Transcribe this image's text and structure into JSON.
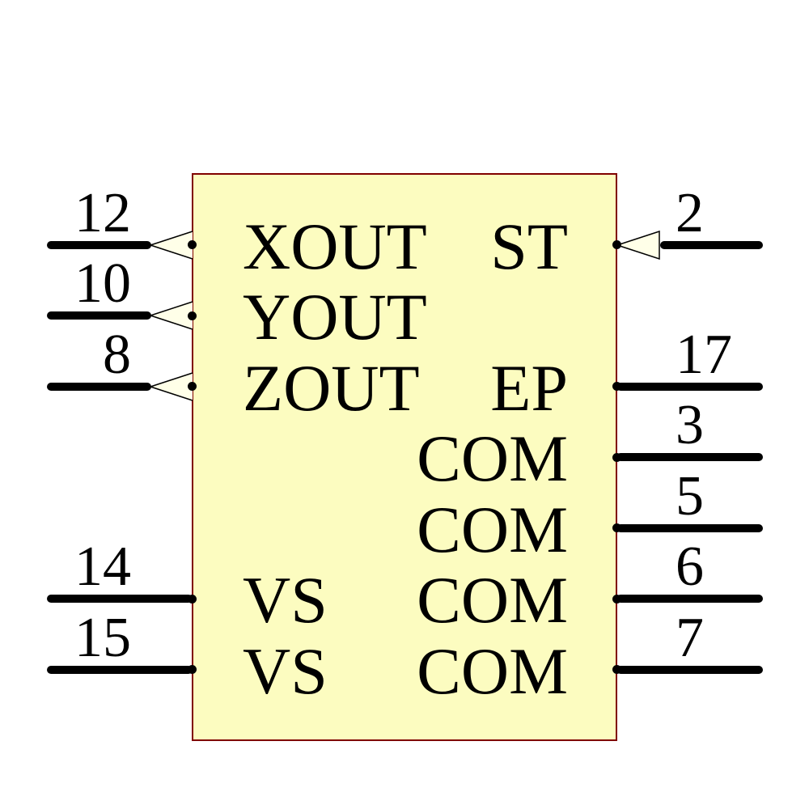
{
  "colors": {
    "background": "#ffffff",
    "body_fill": "#fcfcc0",
    "body_border": "#800000",
    "arrow_fill": "#ffffe8",
    "line": "#000000"
  },
  "component": {
    "pins": {
      "left": [
        {
          "number": "12",
          "label": "XOUT",
          "arrow": true,
          "direction": "output"
        },
        {
          "number": "10",
          "label": "YOUT",
          "arrow": true,
          "direction": "output"
        },
        {
          "number": "8",
          "label": "ZOUT",
          "arrow": true,
          "direction": "output"
        },
        {
          "number": "14",
          "label": "VS",
          "arrow": false,
          "direction": "passive"
        },
        {
          "number": "15",
          "label": "VS",
          "arrow": false,
          "direction": "passive"
        }
      ],
      "right": [
        {
          "number": "2",
          "label": "ST",
          "arrow": true,
          "direction": "input"
        },
        {
          "number": "17",
          "label": "EP",
          "arrow": false,
          "direction": "passive"
        },
        {
          "number": "3",
          "label": "COM",
          "arrow": false,
          "direction": "passive"
        },
        {
          "number": "5",
          "label": "COM",
          "arrow": false,
          "direction": "passive"
        },
        {
          "number": "6",
          "label": "COM",
          "arrow": false,
          "direction": "passive"
        },
        {
          "number": "7",
          "label": "COM",
          "arrow": false,
          "direction": "passive"
        }
      ]
    }
  }
}
